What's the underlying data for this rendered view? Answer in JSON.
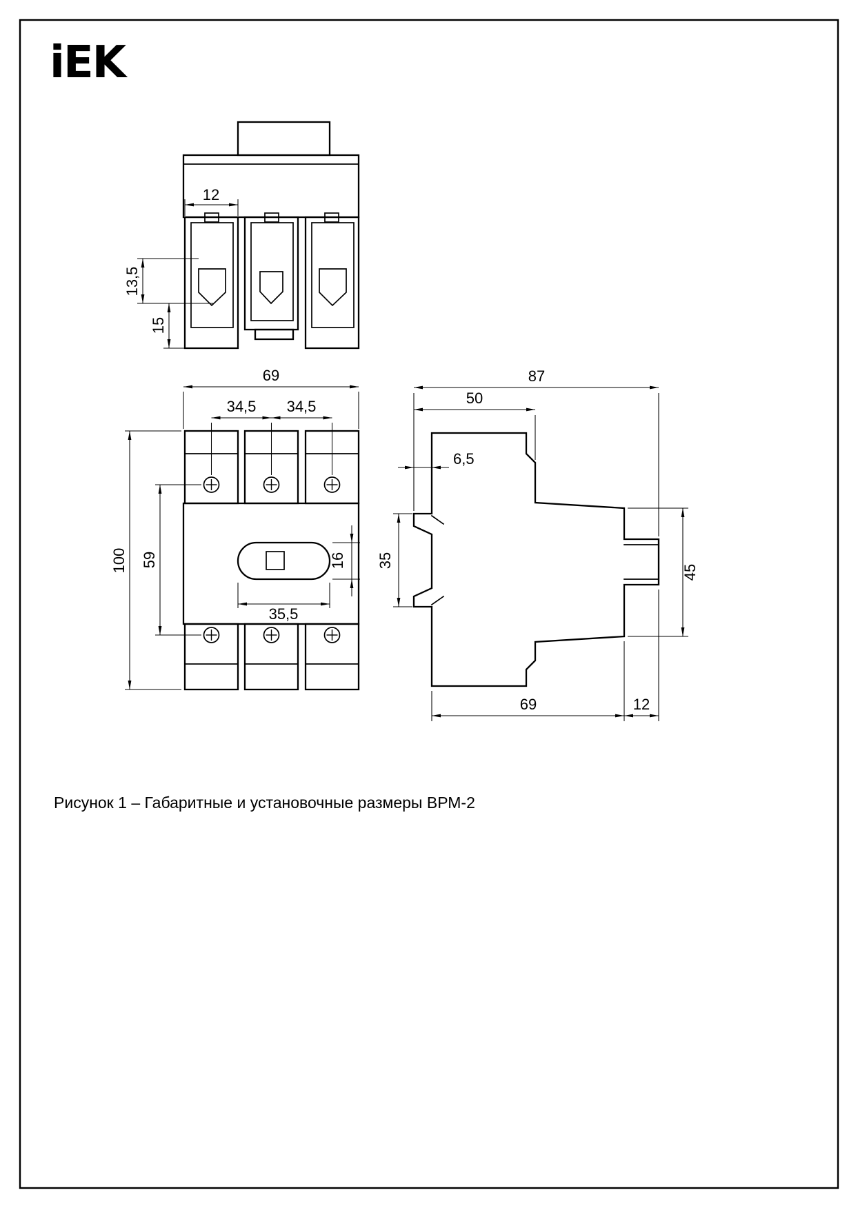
{
  "logo": {
    "text": "iEK"
  },
  "caption": "Рисунок 1 – Габаритные и установочные размеры ВРМ-2",
  "dims": {
    "top": {
      "pole_width": "12",
      "clamp_depth": "13,5",
      "clamp_height": "15"
    },
    "front": {
      "overall_width": "69",
      "pole_pitch_left": "34,5",
      "pole_pitch_right": "34,5",
      "overall_height": "100",
      "mount_screw_span": "59",
      "handle_slot_height": "16",
      "handle_slot_width": "35,5"
    },
    "side": {
      "overall_depth": "87",
      "upper_depth": "50",
      "rail_flange": "6,5",
      "din_rail_width": "35",
      "front_height": "45",
      "body_depth": "69",
      "handle_protrusion": "12"
    }
  }
}
